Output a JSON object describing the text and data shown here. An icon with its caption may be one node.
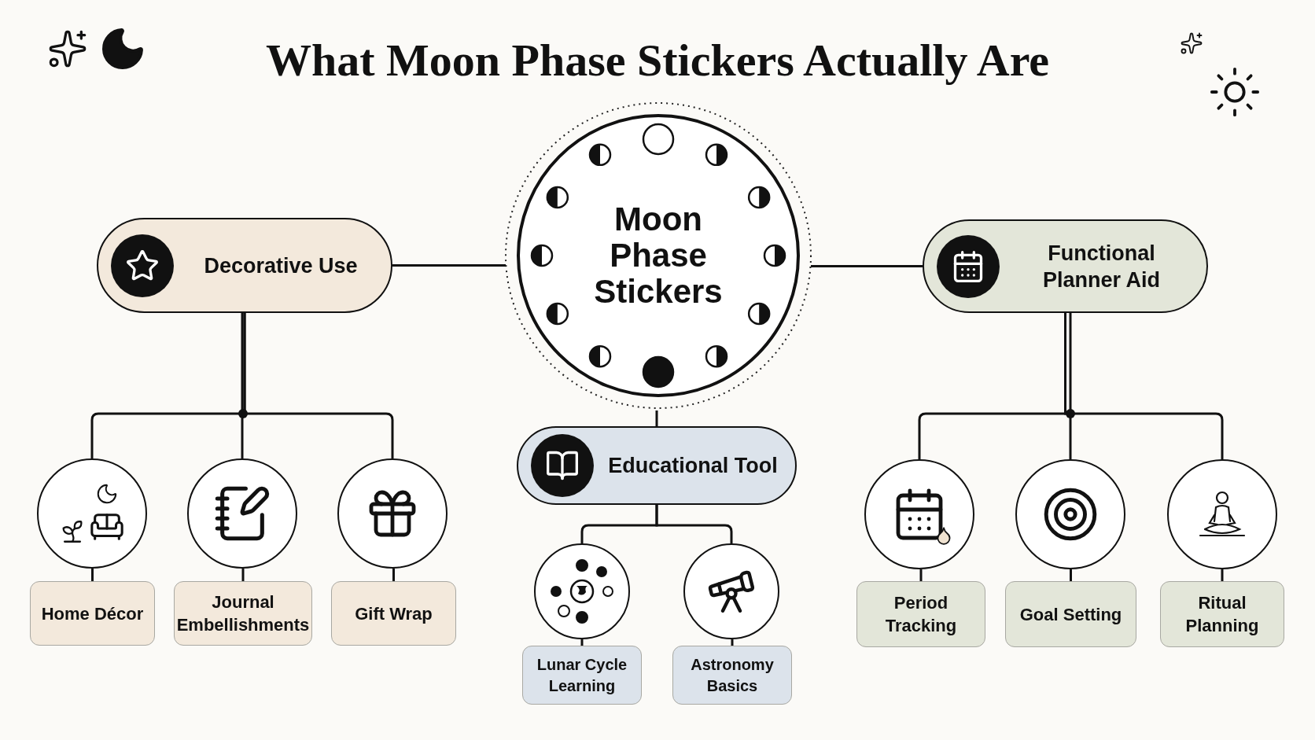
{
  "diagram": {
    "title": "What Moon Phase Stickers Actually Are",
    "nodes": [
      {
        "text": [
          "Moon Phase Stickers"
        ]
      },
      {
        "text": [
          "Decorative Use"
        ]
      },
      {
        "text": [
          "Functional Planner Aid"
        ]
      },
      {
        "text": [
          "Educational Tool"
        ]
      },
      {
        "text": [],
        "shape": "circle"
      },
      {
        "text": [
          "Home Décor"
        ]
      },
      {
        "text": [],
        "shape": "circle"
      },
      {
        "text": [
          "Journal Embellishments"
        ]
      },
      {
        "text": [],
        "shape": "circle"
      },
      {
        "text": [
          "Gift Wrap"
        ]
      },
      {
        "text": [],
        "shape": "circle"
      },
      {
        "text": [
          "Lunar Cycle Learning"
        ]
      },
      {
        "text": [],
        "shape": "circle"
      },
      {
        "text": [
          "Astronomy Basics"
        ]
      },
      {
        "text": [],
        "shape": "circle"
      },
      {
        "text": [
          "Period Tracking"
        ]
      },
      {
        "text": [],
        "shape": "circle"
      },
      {
        "text": [
          "Goal Setting"
        ]
      },
      {
        "text": [],
        "shape": "circle"
      },
      {
        "text": [
          "Ritual Planning"
        ]
      }
    ],
    "edges": [
      {
        "from": 0,
        "to": 1,
        "arrow": "none"
      },
      {
        "from": 0,
        "to": 2,
        "arrow": "none"
      },
      {
        "from": 0,
        "to": 3,
        "arrow": "none"
      },
      {
        "from": 1,
        "to": 4,
        "arrow": "none"
      },
      {
        "from": 1,
        "to": 6,
        "arrow": "none"
      },
      {
        "from": 1,
        "to": 8,
        "arrow": "none"
      },
      {
        "from": 3,
        "to": 10,
        "arrow": "none"
      },
      {
        "from": 3,
        "to": 12,
        "arrow": "none"
      },
      {
        "from": 2,
        "to": 14,
        "arrow": "none"
      },
      {
        "from": 2,
        "to": 16,
        "arrow": "none"
      },
      {
        "from": 2,
        "to": 18,
        "arrow": "none"
      },
      {
        "from": 4,
        "to": 5,
        "arrow": "none"
      },
      {
        "from": 6,
        "to": 7,
        "arrow": "none"
      },
      {
        "from": 8,
        "to": 9,
        "arrow": "none"
      },
      {
        "from": 10,
        "to": 11,
        "arrow": "none"
      },
      {
        "from": 12,
        "to": 13,
        "arrow": "none"
      },
      {
        "from": 14,
        "to": 15,
        "arrow": "none"
      },
      {
        "from": 16,
        "to": 17,
        "arrow": "none"
      },
      {
        "from": 18,
        "to": 19,
        "arrow": "none"
      }
    ]
  }
}
